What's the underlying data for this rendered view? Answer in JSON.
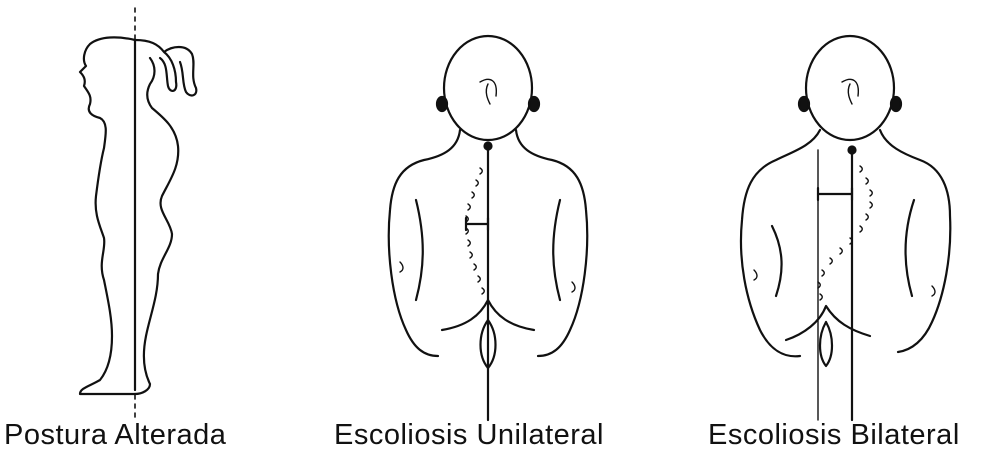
{
  "figures": [
    {
      "id": "postura",
      "caption": "Postura Alterada"
    },
    {
      "id": "unilateral",
      "caption": "Escoliosis Unilateral"
    },
    {
      "id": "bilateral",
      "caption": "Escoliosis Bilateral"
    }
  ]
}
